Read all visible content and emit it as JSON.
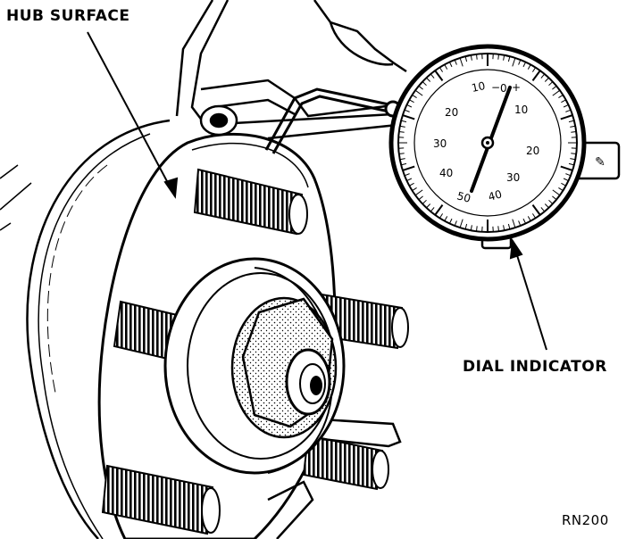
{
  "labels": {
    "hub_surface": "HUB SURFACE",
    "dial_indicator": "DIAL INDICATOR",
    "figure_code": "RN200"
  },
  "dial": {
    "left_scale": [
      "10",
      "20",
      "30",
      "40",
      "50"
    ],
    "right_scale": [
      "0",
      "10",
      "20",
      "30",
      "40"
    ],
    "minus_sign": "−",
    "plus_sign": "+"
  }
}
